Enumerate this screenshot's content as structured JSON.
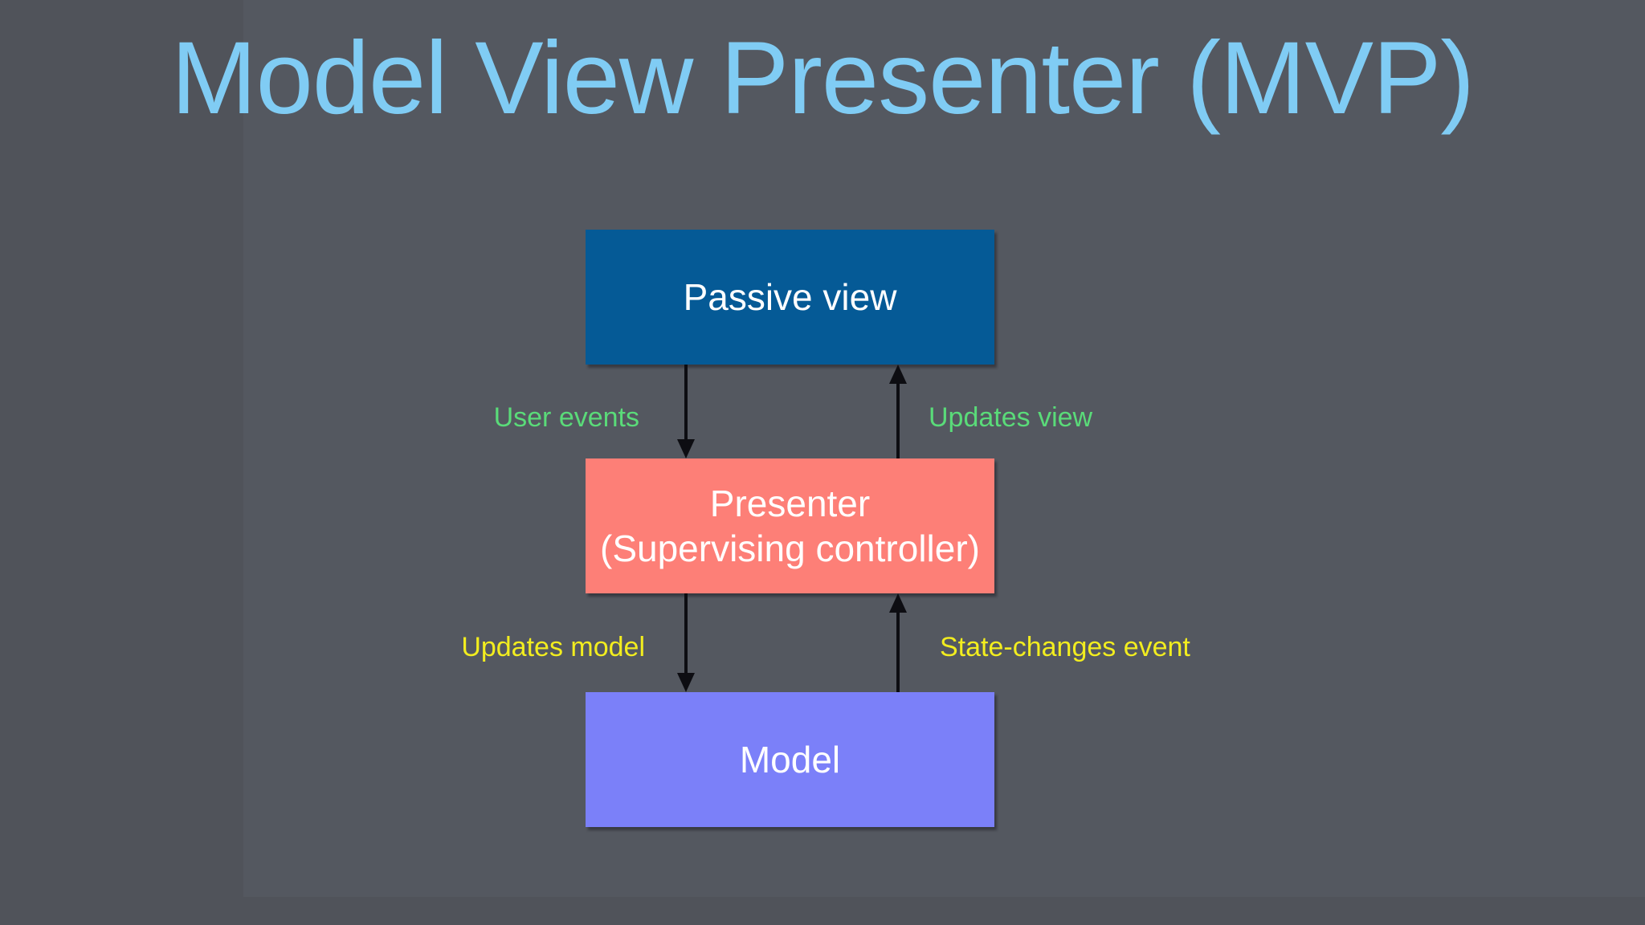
{
  "title": "Model View Presenter (MVP)",
  "diagram": {
    "boxes": [
      {
        "id": "passive-view",
        "label": "Passive view",
        "color": "#055a96"
      },
      {
        "id": "presenter",
        "label_line1": "Presenter",
        "label_line2": "(Supervising controller)",
        "color": "#fd7f77"
      },
      {
        "id": "model",
        "label": "Model",
        "color": "#7b80f9"
      }
    ],
    "edges": [
      {
        "from": "passive-view",
        "to": "presenter",
        "direction": "down",
        "label": "User events",
        "label_color": "#5adb79"
      },
      {
        "from": "presenter",
        "to": "passive-view",
        "direction": "up",
        "label": "Updates view",
        "label_color": "#5adb79"
      },
      {
        "from": "presenter",
        "to": "model",
        "direction": "down",
        "label": "Updates model",
        "label_color": "#f2ed1f"
      },
      {
        "from": "model",
        "to": "presenter",
        "direction": "up",
        "label": "State-changes event",
        "label_color": "#f2ed1f"
      }
    ]
  },
  "colors": {
    "background": "#545860",
    "background_outer": "#50535a",
    "title": "#80ccf4",
    "box_text": "#ffffff",
    "arrow": "#0d0d12"
  }
}
